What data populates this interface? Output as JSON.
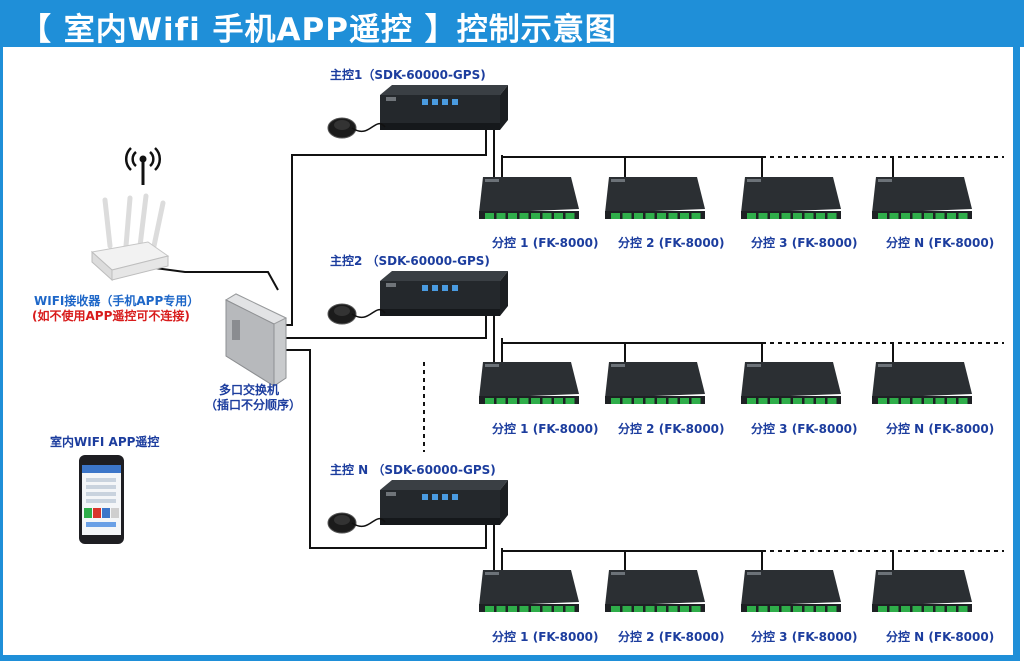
{
  "title": "【 室内Wifi 手机APP遥控 】控制示意图",
  "main_controllers": [
    {
      "label": "主控1（SDK-60000-GPS)"
    },
    {
      "label": "主控2 （SDK-60000-GPS)"
    },
    {
      "label": "主控 N （SDK-60000-GPS)"
    }
  ],
  "sub_controller_rows": [
    [
      "分控 1 (FK-8000)",
      "分控 2 (FK-8000)",
      "分控 3 (FK-8000)",
      "分控 N (FK-8000)"
    ],
    [
      "分控 1 (FK-8000)",
      "分控 2 (FK-8000)",
      "分控 3 (FK-8000)",
      "分控 N (FK-8000)"
    ],
    [
      "分控 1 (FK-8000)",
      "分控 2 (FK-8000)",
      "分控 3 (FK-8000)",
      "分控 N (FK-8000)"
    ]
  ],
  "wifi_receiver": {
    "label": "WIFI接收器（手机APP专用）",
    "note": "(如不使用APP遥控可不连接)"
  },
  "switch": {
    "label_line1": "多口交换机",
    "label_line2": "（插口不分顺序）"
  },
  "phone": {
    "label": "室内WIFI   APP遥控"
  },
  "colors": {
    "banner": "#1f8fd8",
    "label_blue": "#1c3d9e",
    "wifi_label": "#1e67c8",
    "note_red": "#d81c1c",
    "device_body": "#2b2f33",
    "terminal_green": "#2fae4a"
  }
}
